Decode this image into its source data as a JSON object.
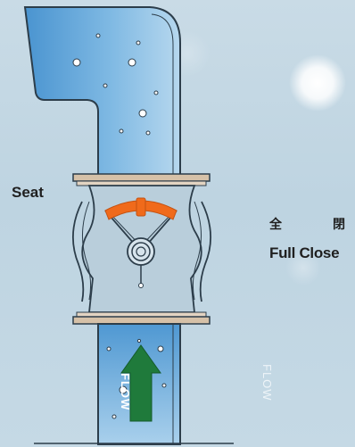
{
  "labels": {
    "seat": "Seat",
    "kanji_1": "全",
    "kanji_2": "閉",
    "full_close": "Full Close",
    "flow_arrow": "FLOW",
    "flow_side": "FLOW"
  },
  "colors": {
    "pipe_water": "#5ea3d8",
    "pipe_outline": "#2c3d4a",
    "flange": "#d6c1a8",
    "disc": "#f06a1b",
    "flow_arrow": "#1f7a3b",
    "background": "#c6d9e4"
  },
  "valve": {
    "state": "Full Close"
  }
}
